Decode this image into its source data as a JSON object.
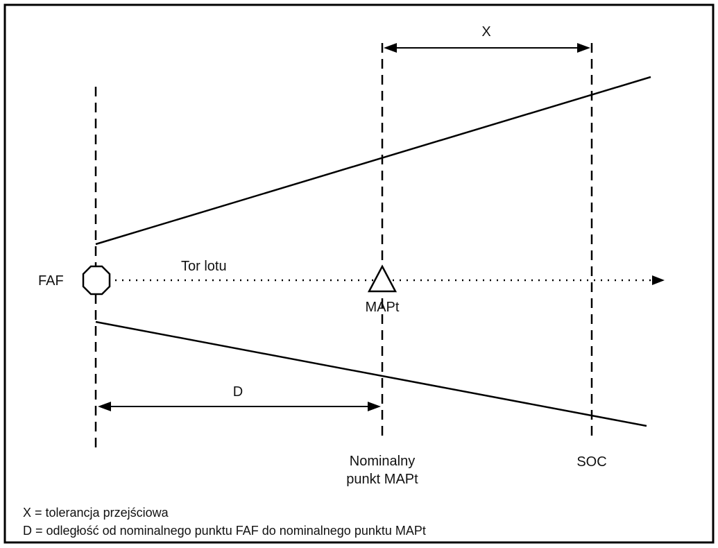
{
  "labels": {
    "x": "X",
    "d": "D",
    "faf": "FAF",
    "tor_lotu": "Tor lotu",
    "mapt": "MAPt",
    "nominalny_line1": "Nominalny",
    "nominalny_line2": "punkt MAPt",
    "soc": "SOC"
  },
  "legend": {
    "x_def": "X = tolerancja przejściowa",
    "d_def": "D = odległość od nominalnego punktu FAF do nominalnego punktu MAPt"
  },
  "colors": {
    "line": "#000000",
    "background": "#ffffff"
  },
  "icons": {
    "faf_symbol": "octagon-icon",
    "mapt_symbol": "triangle-icon",
    "track_direction": "arrowhead-icon"
  }
}
